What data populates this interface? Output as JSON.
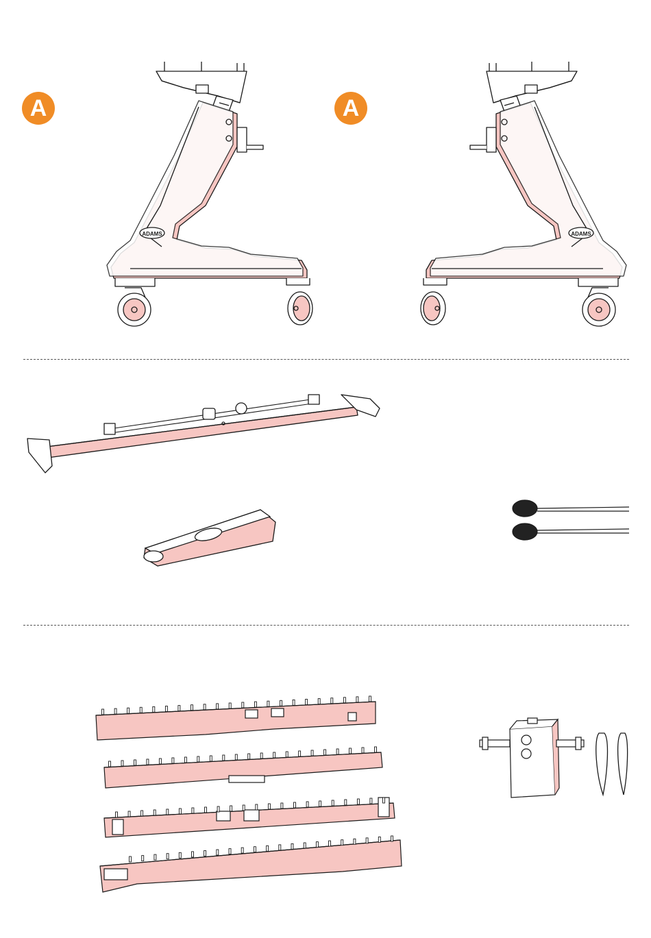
{
  "badges": [
    {
      "letter": "A",
      "color": "#F08C26"
    },
    {
      "letter": "A",
      "color": "#F08C26"
    }
  ],
  "logo_text": "ADAMS",
  "colors": {
    "outline": "#1a1a1a",
    "fill": "#f7c6c2",
    "accent": "#F08C26",
    "divider": "#555555"
  },
  "parts": [
    {
      "name": "frame-left",
      "icon": "stand-frame"
    },
    {
      "name": "frame-right",
      "icon": "stand-frame"
    },
    {
      "name": "crossbar",
      "icon": "crossbar-tube"
    },
    {
      "name": "cover-bag",
      "icon": "cover-sleeve"
    },
    {
      "name": "mallets",
      "icon": "mallet-pair",
      "count": 2
    },
    {
      "name": "rails",
      "icon": "key-rail",
      "count": 4
    },
    {
      "name": "connector-block",
      "icon": "connector-block"
    },
    {
      "name": "cords",
      "icon": "elastic-cord",
      "count": 2
    }
  ]
}
